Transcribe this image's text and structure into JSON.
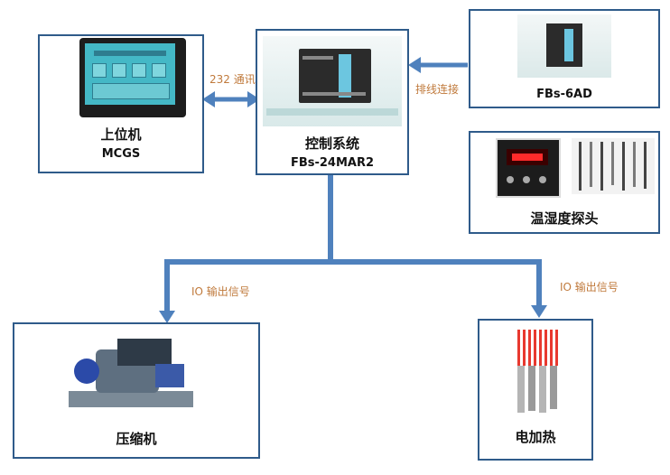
{
  "nodes": {
    "upper": {
      "title": "上位机",
      "subtitle": "MCGS"
    },
    "control": {
      "title": "控制系统",
      "subtitle": "FBs-24MAR2"
    },
    "ad_module": {
      "title": "FBs-6AD"
    },
    "probe": {
      "title": "温湿度探头"
    },
    "compressor": {
      "title": "压缩机"
    },
    "heater": {
      "title": "电加热"
    }
  },
  "edges": {
    "comm": "232 通讯",
    "cable": "排线连接",
    "io_left": "IO 输出信号",
    "io_right": "IO 输出信号"
  },
  "colors": {
    "arrow": "#4f81bd",
    "arrow_dark": "#2f5b8a",
    "edge_text": "#c07a3c",
    "box_border": "#2f5b8a"
  }
}
